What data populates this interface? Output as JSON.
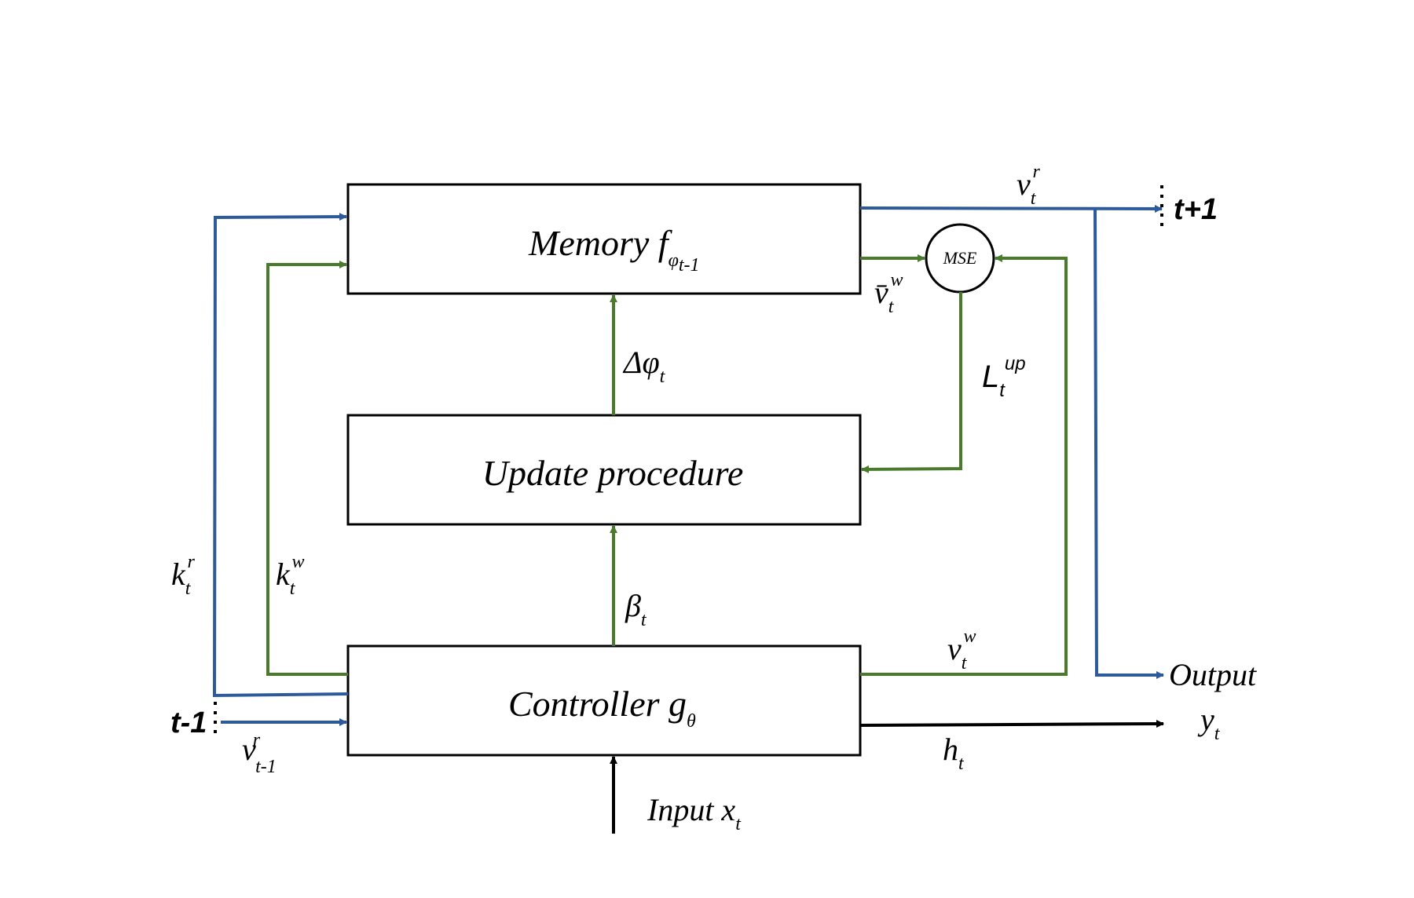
{
  "boxes": {
    "memory": {
      "text": "Memory f",
      "sub": "φ",
      "subsub": "t-1"
    },
    "update": {
      "text": "Update procedure"
    },
    "controller": {
      "text": "Controller g",
      "sub": "θ"
    }
  },
  "mse": {
    "text": "MSE"
  },
  "labels": {
    "delta_phi": {
      "main": "Δφ",
      "sub": "t"
    },
    "beta": {
      "main": "β",
      "sub": "t"
    },
    "l_up": {
      "main": "L",
      "sub": "t",
      "sup": "up"
    },
    "k_r": {
      "main": "k",
      "sub": "t",
      "sup": "r"
    },
    "k_w": {
      "main": "k",
      "sub": "t",
      "sup": "w"
    },
    "v_r_top": {
      "main": "v",
      "sub": "t",
      "sup": "r"
    },
    "vbar_w": {
      "main": "v̄",
      "sub": "t",
      "sup": "w"
    },
    "v_w": {
      "main": "v",
      "sub": "t",
      "sup": "w"
    },
    "h_t": {
      "main": "h",
      "sub": "t"
    },
    "y_t": {
      "main": "y",
      "sub": "t"
    },
    "v_r_prev": {
      "main": "v",
      "sub": "t-1",
      "sup": "r"
    },
    "input": {
      "main": "Input x",
      "sub": "t"
    },
    "output": {
      "main": "Output"
    },
    "t_plus_1": {
      "main": "t+1"
    },
    "t_minus_1": {
      "main": "t-1"
    }
  },
  "colors": {
    "read": "#2c5a9a",
    "write": "#4a7b2d",
    "io": "#000000"
  }
}
